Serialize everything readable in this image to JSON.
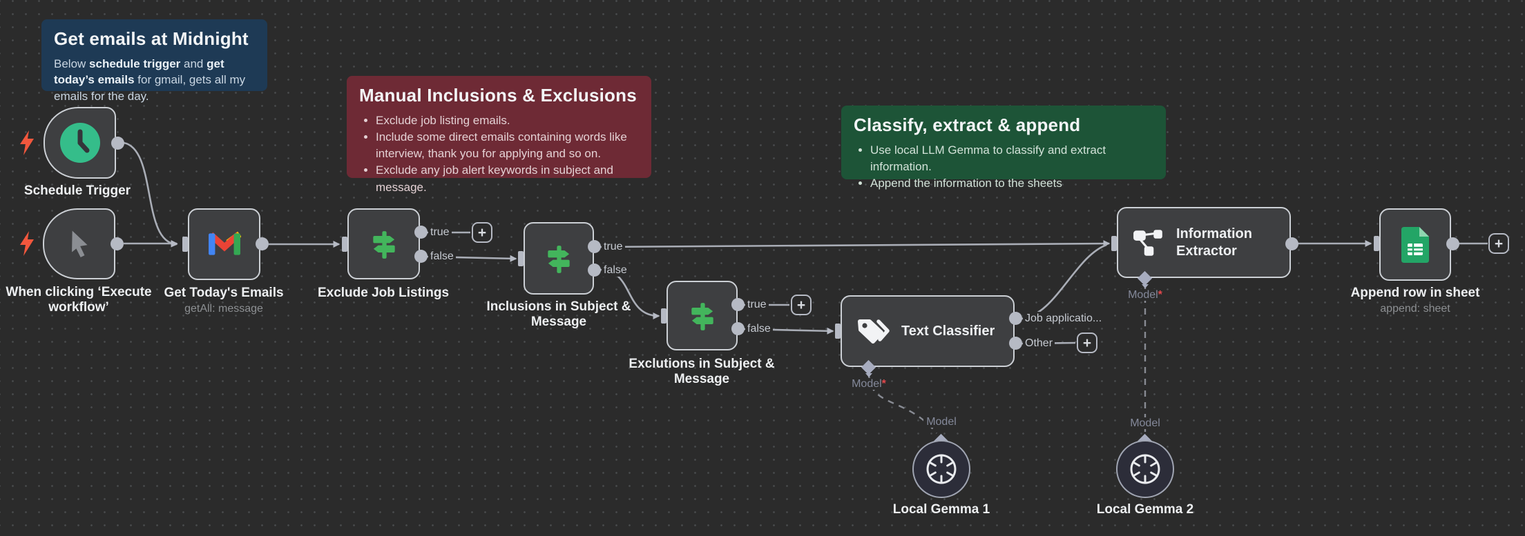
{
  "canvas": {
    "background": "#2b2b2b",
    "dot_color": "#47494b"
  },
  "sticky_notes": {
    "get_emails": {
      "title": "Get emails at Midnight",
      "body": {
        "p1": "Below ",
        "b1": "schedule trigger",
        "p2": " and ",
        "b2": "get today’s emails",
        "p3": " for gmail, gets all my emails for the day."
      },
      "color": "#1e3a55"
    },
    "manual_rules": {
      "title": "Manual Inclusions & Exclusions",
      "bullets": [
        "Exclude job listing emails.",
        "Include some direct emails containing words like interview, thank you for applying and so on.",
        "Exclude any job alert keywords in subject and message."
      ],
      "color": "#6e2a35"
    },
    "classify": {
      "title": "Classify, extract & append",
      "bullets": [
        "Use local LLM Gemma to classify and extract information.",
        "Append the information to the sheets"
      ],
      "color": "#1d5437"
    }
  },
  "nodes": {
    "schedule_trigger": {
      "label": "Schedule Trigger"
    },
    "manual_trigger": {
      "label": "When clicking ‘Execute workflow’"
    },
    "gmail": {
      "label": "Get Today's Emails",
      "subtitle": "getAll: message"
    },
    "exclude_job_listings": {
      "label": "Exclude Job Listings"
    },
    "inclusions": {
      "label": "Inclusions in Subject & Message"
    },
    "exclutions": {
      "label": "Exclutions in Subject & Message"
    },
    "text_classifier": {
      "label": "Text Classifier"
    },
    "information_extractor": {
      "label": "Information Extractor"
    },
    "append_sheet": {
      "label": "Append row in sheet",
      "subtitle": "append: sheet"
    },
    "local_gemma_1": {
      "label": "Local Gemma 1"
    },
    "local_gemma_2": {
      "label": "Local Gemma 2"
    }
  },
  "connector_labels": {
    "true": "true",
    "false": "false",
    "job_application": "Job applicatio...",
    "other": "Other",
    "model": "Model",
    "required_mark": "*"
  },
  "icons": {
    "plus_glyph": "+",
    "schedule_trigger": "clock-icon",
    "manual_trigger": "cursor-icon",
    "gmail": "gmail-icon",
    "if_nodes": "signpost-icon",
    "text_classifier": "tags-icon",
    "information_extractor": "extract-icon",
    "append_sheet": "google-sheets-icon",
    "local_gemma": "openai-icon",
    "trigger_pin": "lightning-icon"
  },
  "colors": {
    "node_fill": "#3e3f41",
    "node_border": "#ccd0d5",
    "wire": "#a9adb6",
    "dashed_wire": "#888b93",
    "clock_green": "#35bd8a",
    "if_green": "#43b55c",
    "sheets_green": "#23a566",
    "lightning_red": "#f2573d",
    "required_red": "#e5484d"
  }
}
